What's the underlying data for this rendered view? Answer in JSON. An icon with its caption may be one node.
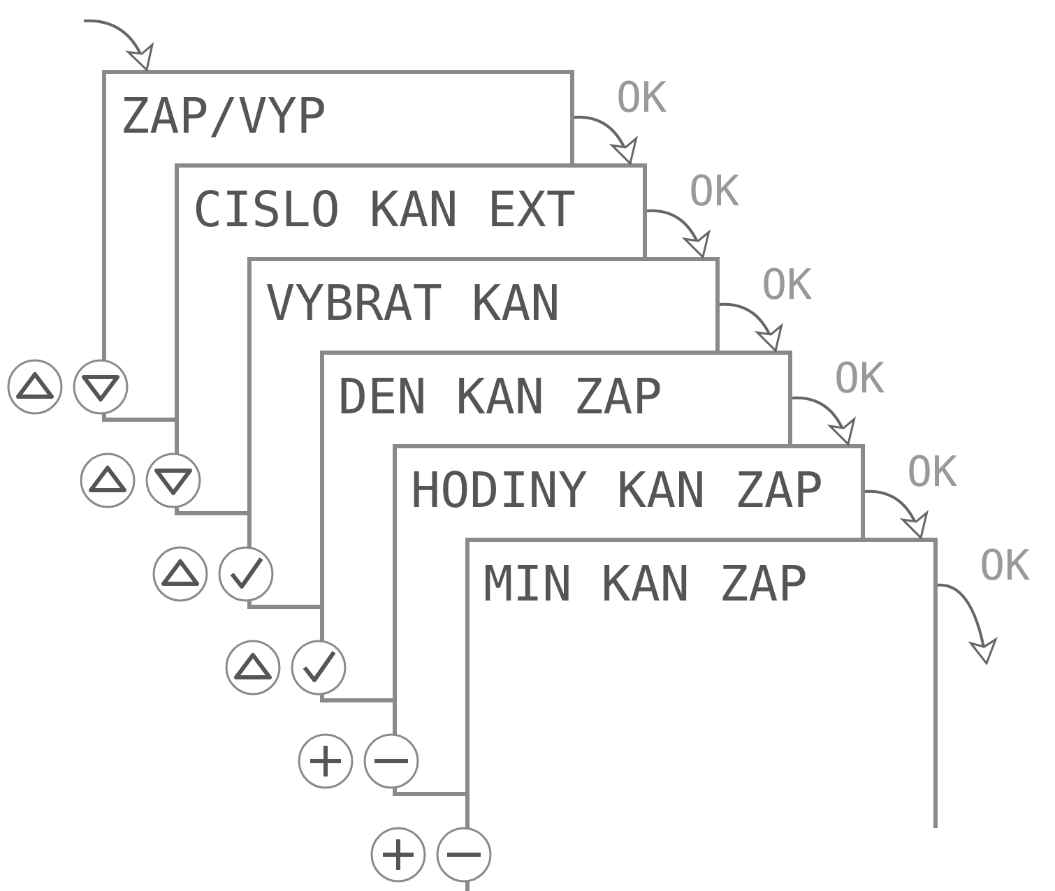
{
  "diagram": {
    "nodes": [
      {
        "text": [
          "ZAP/VYP"
        ]
      },
      {
        "text": [
          "CISLO KAN EXT"
        ]
      },
      {
        "text": [
          "VYBRAT KAN"
        ]
      },
      {
        "text": [
          "DEN KAN ZAP"
        ]
      },
      {
        "text": [
          "HODINY KAN ZAP"
        ]
      },
      {
        "text": [
          "MIN KAN ZAP"
        ]
      }
    ],
    "edges": [
      {
        "from": null,
        "to": 0,
        "arrow": "to"
      },
      {
        "from": 0,
        "to": 1,
        "arrow": "to",
        "label": "OK"
      },
      {
        "from": 1,
        "to": 2,
        "arrow": "to",
        "label": "OK"
      },
      {
        "from": 2,
        "to": 3,
        "arrow": "to",
        "label": "OK"
      },
      {
        "from": 3,
        "to": 4,
        "arrow": "to",
        "label": "OK"
      },
      {
        "from": 4,
        "to": 5,
        "arrow": "to",
        "label": "OK"
      },
      {
        "from": 5,
        "to": null,
        "arrow": "to",
        "label": "OK"
      }
    ]
  }
}
